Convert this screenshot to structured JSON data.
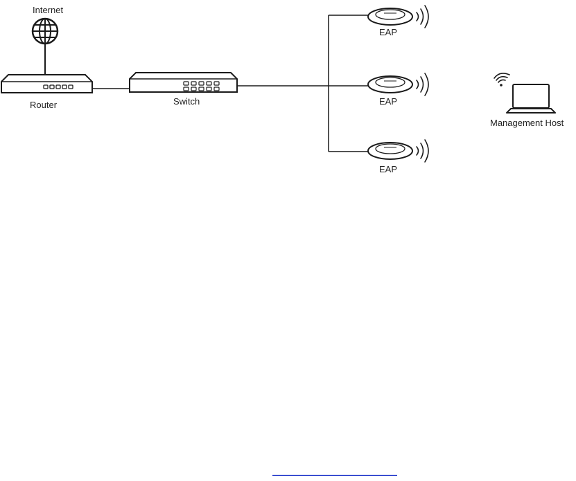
{
  "nodes": {
    "internet": "Internet",
    "router": "Router",
    "switch": "Switch",
    "eap_top": "EAP",
    "eap_mid": "EAP",
    "eap_bottom": "EAP",
    "host": "Management Host"
  },
  "colors": {
    "line": "#1a1a1a",
    "text": "#222222",
    "link_underline": "#3b4fd1"
  },
  "icons": [
    "globe-icon",
    "router-icon",
    "switch-icon",
    "eap-icon",
    "wifi-signal-icon",
    "laptop-icon"
  ]
}
